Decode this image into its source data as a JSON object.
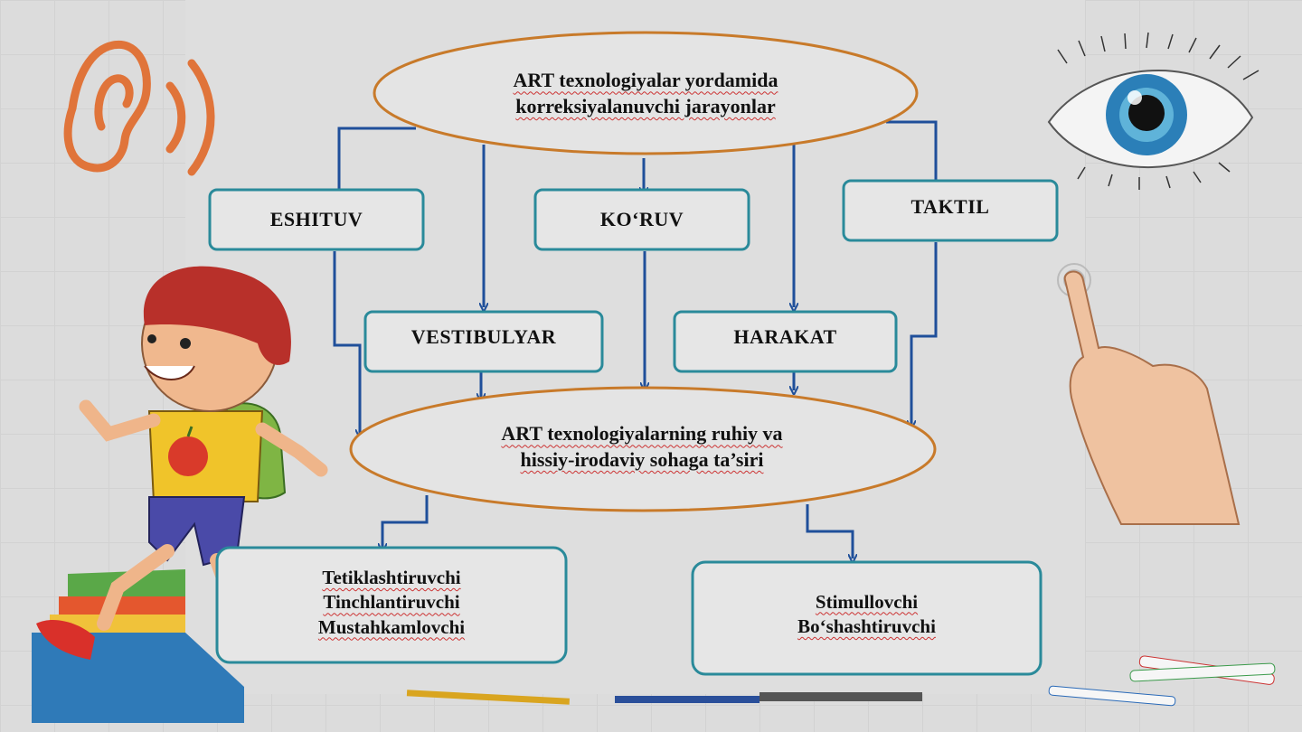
{
  "top_oval": {
    "line1": "ART texnologiyalar yordamida",
    "line2": "korreksiyalanuvchi jarayonlar"
  },
  "boxes": {
    "eshituv": "ESHITUV",
    "koruv": "KO‘RUV",
    "taktil": "TAKTIL",
    "vestibulyar": "VESTIBULYAR",
    "harakat": "HARAKAT"
  },
  "middle_oval": {
    "line1": "ART texnologiyalarning ruhiy va",
    "line2": "hissiy-irodaviy sohaga ta’siri"
  },
  "left_result": {
    "line1": "Tetiklashtiruvchi",
    "line2": "Tinchlantiruvchi",
    "line3": "Mustahkamlovchi"
  },
  "right_result": {
    "line1": "Stimullovchi",
    "line2": "Bo‘shashtiruvchi"
  },
  "icons": [
    "ear-icon",
    "eye-icon",
    "pointing-finger-icon",
    "walking-boy-illustration",
    "books-illustration",
    "markers-illustration"
  ],
  "colors": {
    "oval_stroke": "#c87a2a",
    "box_stroke": "#2a8a9a",
    "arrow": "#1f4f9a",
    "ear": "#e0743a"
  }
}
